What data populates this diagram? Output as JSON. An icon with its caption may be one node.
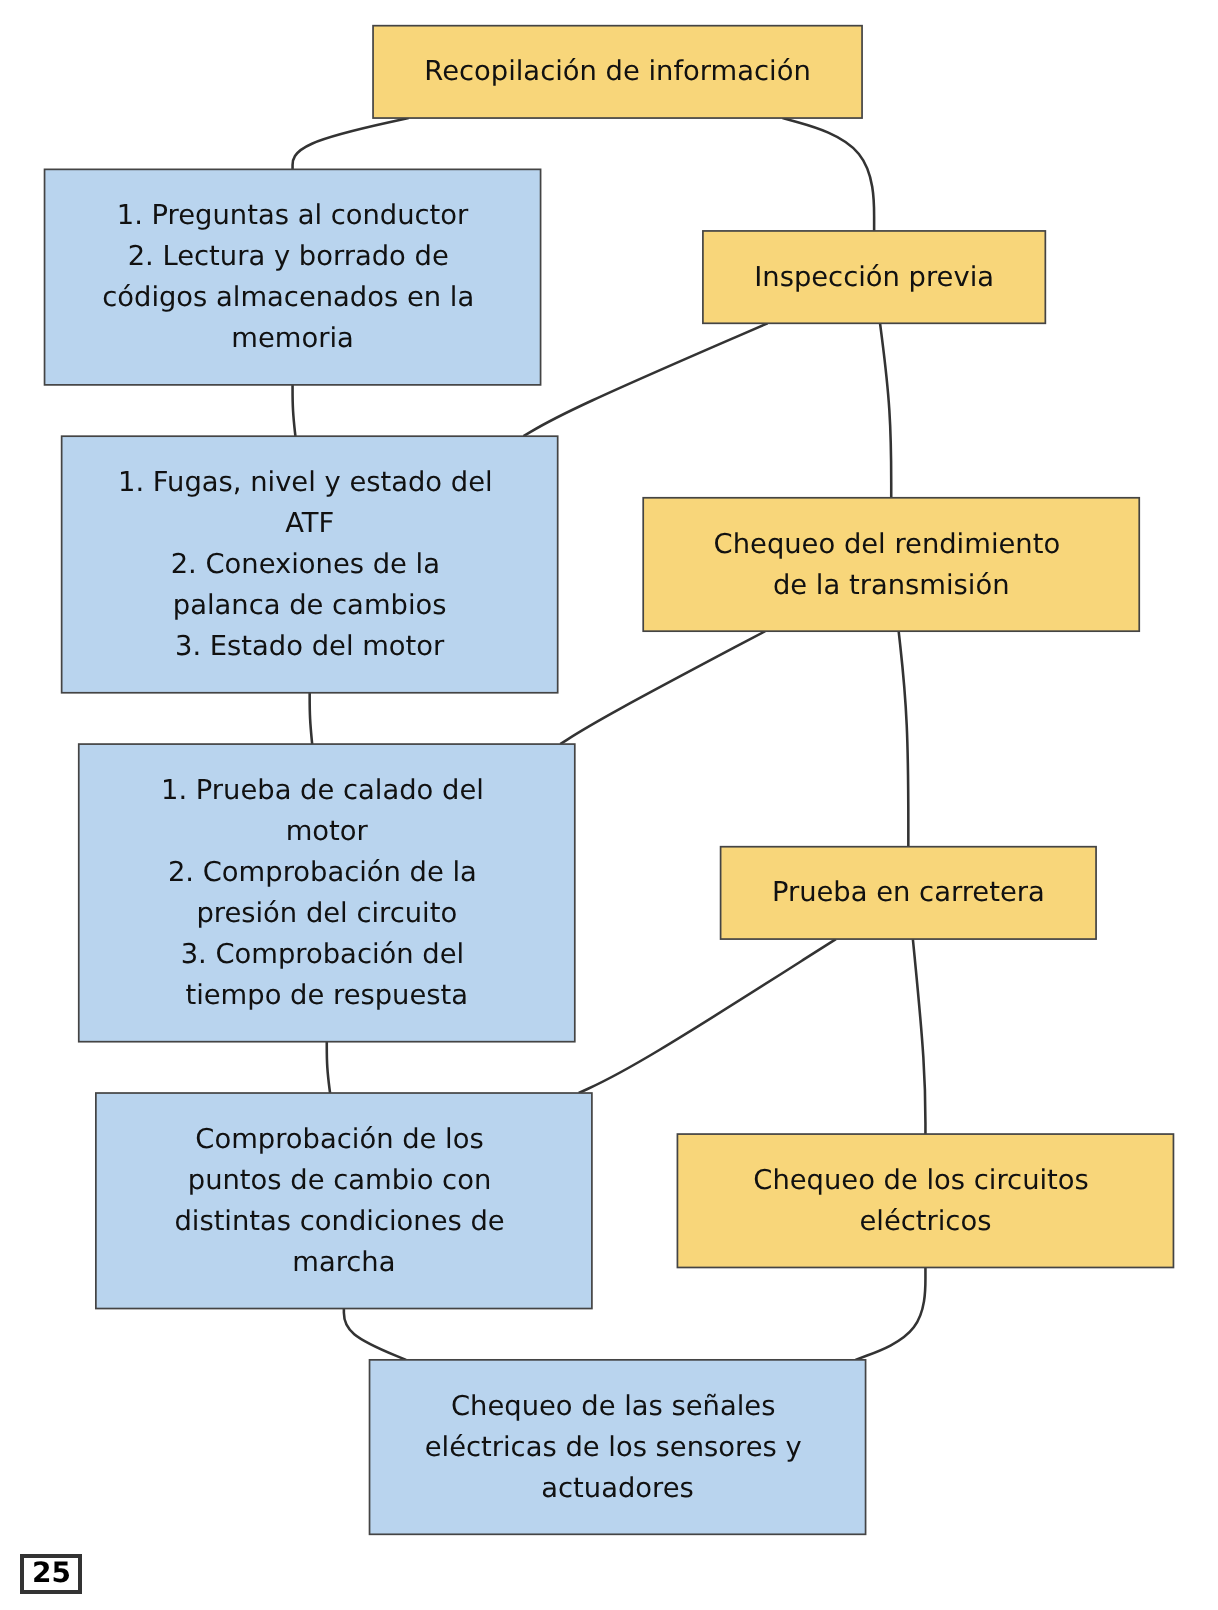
{
  "diagram": {
    "nodes": [
      {
        "text": [
          "Recopilación de información"
        ]
      },
      {
        "text": [
          "1. Preguntas al conductor",
          "2. Lectura y borrado de códigos almacenados en la memoria"
        ]
      },
      {
        "text": [
          "Inspección previa"
        ]
      },
      {
        "text": [
          "1. Fugas, nivel y estado del ATF",
          "2. Conexiones de la palanca de cambios",
          "3. Estado del motor"
        ]
      },
      {
        "text": [
          "Chequeo del rendimiento de la transmisión"
        ]
      },
      {
        "text": [
          "1. Prueba de calado del motor",
          "2. Comprobación de la presión del circuito",
          "3. Comprobación del tiempo de respuesta"
        ]
      },
      {
        "text": [
          "Prueba en carretera"
        ]
      },
      {
        "text": [
          "Comprobación de los puntos de cambio con distintas condiciones de marcha"
        ]
      },
      {
        "text": [
          "Chequeo de los circuitos eléctricos"
        ]
      },
      {
        "text": [
          "Chequeo de las señales eléctricas de los sensores y actuadores"
        ]
      }
    ],
    "edges": [
      {
        "from": 0,
        "to": 1,
        "arrow": "none"
      },
      {
        "from": 0,
        "to": 2,
        "arrow": "none"
      },
      {
        "from": 1,
        "to": 3,
        "arrow": "none"
      },
      {
        "from": 2,
        "to": 3,
        "arrow": "none"
      },
      {
        "from": 2,
        "to": 4,
        "arrow": "none"
      },
      {
        "from": 3,
        "to": 5,
        "arrow": "none"
      },
      {
        "from": 4,
        "to": 5,
        "arrow": "none"
      },
      {
        "from": 4,
        "to": 6,
        "arrow": "none"
      },
      {
        "from": 5,
        "to": 7,
        "arrow": "none"
      },
      {
        "from": 6,
        "to": 7,
        "arrow": "none"
      },
      {
        "from": 6,
        "to": 8,
        "arrow": "none"
      },
      {
        "from": 7,
        "to": 9,
        "arrow": "none"
      },
      {
        "from": 8,
        "to": 9,
        "arrow": "none"
      }
    ],
    "labels": [
      "25"
    ]
  }
}
